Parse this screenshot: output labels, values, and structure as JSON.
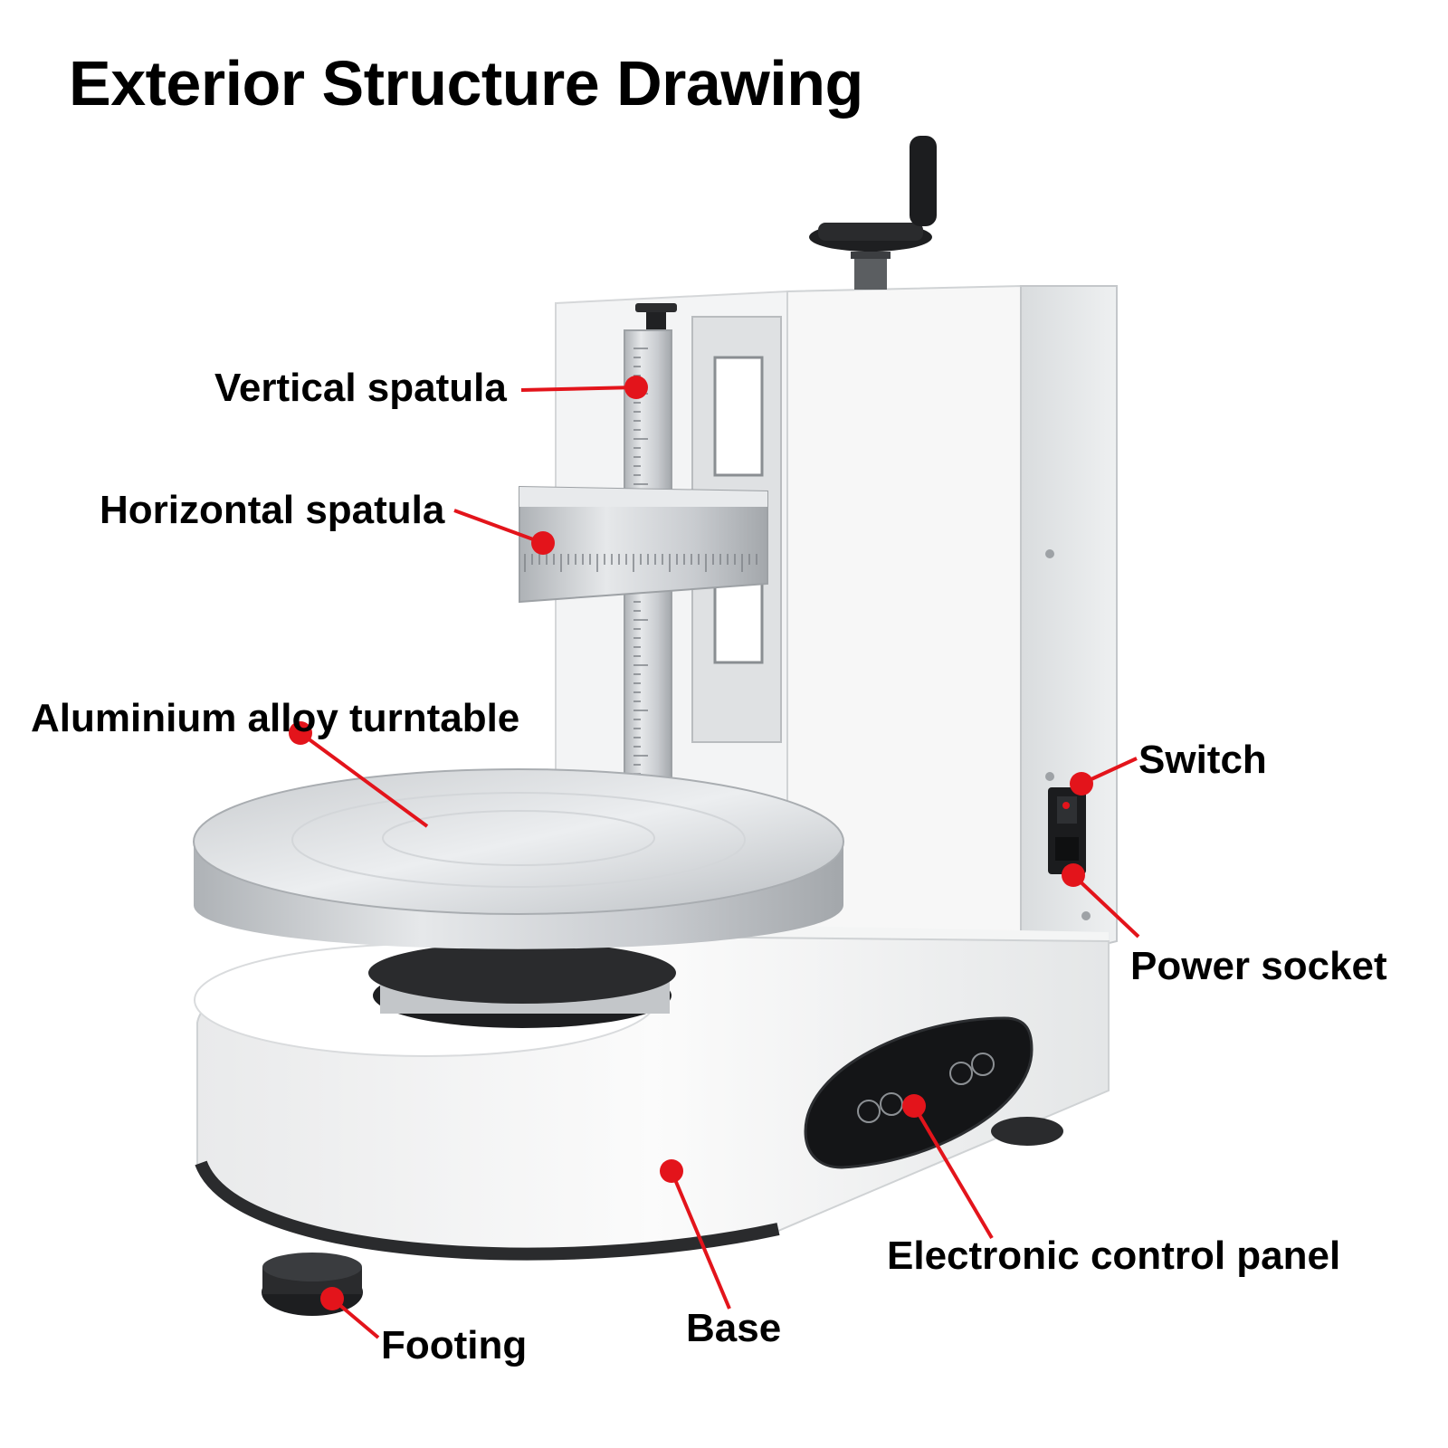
{
  "title": "Exterior Structure Drawing",
  "colors": {
    "callout": "#e3141b",
    "body": "#f4f5f5",
    "body_shadow": "#d7d9da",
    "metal": "#c3c6c9",
    "dark": "#1c1d1f"
  },
  "callouts": [
    {
      "id": "vertical-spatula",
      "label": "Vertical spatula"
    },
    {
      "id": "horizontal-spatula",
      "label": "Horizontal spatula"
    },
    {
      "id": "turntable",
      "label": "Aluminium alloy turntable"
    },
    {
      "id": "switch",
      "label": "Switch"
    },
    {
      "id": "power-socket",
      "label": "Power socket"
    },
    {
      "id": "control-panel",
      "label": "Electronic control panel"
    },
    {
      "id": "base",
      "label": "Base"
    },
    {
      "id": "footing",
      "label": "Footing"
    }
  ]
}
